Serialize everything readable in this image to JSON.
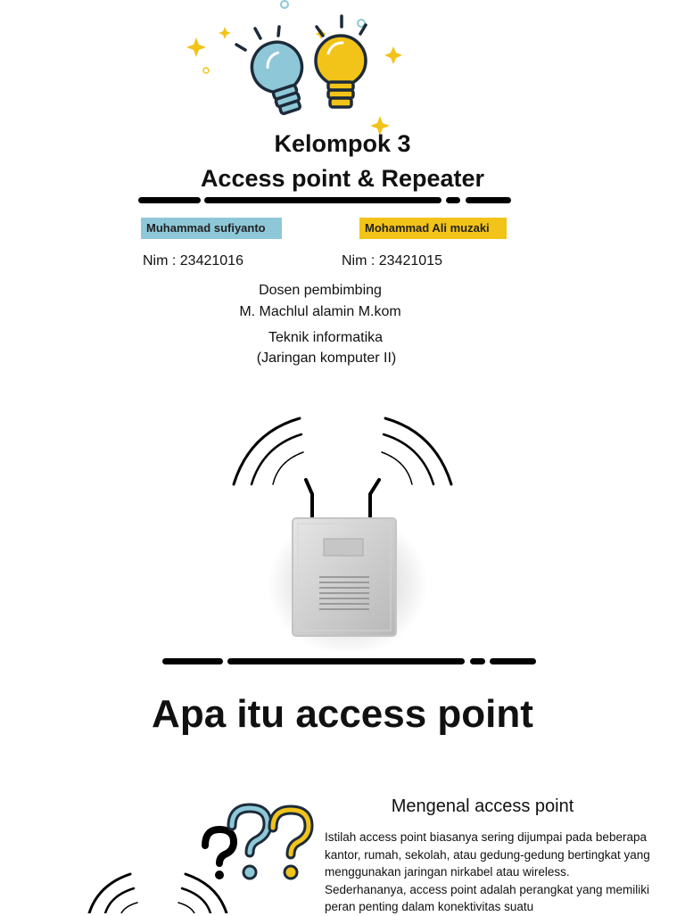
{
  "header": {
    "title": "Kelompok 3",
    "subtitle": "Access point & Repeater"
  },
  "members": [
    {
      "name": "Muhammad sufiyanto",
      "nim": "Nim : 23421016",
      "color": "#8ec8d8"
    },
    {
      "name": "Mohammad Ali muzaki",
      "nim": "Nim : 23421015",
      "color": "#f2c318"
    }
  ],
  "supervisor": {
    "label": "Dosen pembimbing",
    "name": "M. Machlul alamin M.kom"
  },
  "program": {
    "department": "Teknik informatika",
    "course": "(Jaringan komputer II)"
  },
  "section": {
    "heading": "Apa itu access point",
    "subheading": "Mengenal access point",
    "paragraph": "Istilah access point biasanya sering dijumpai pada beberapa kantor, rumah, sekolah, atau gedung-gedung bertingkat yang menggunakan jaringan nirkabel atau wireless. Sederhananya, access point adalah perangkat yang memiliki peran penting dalam konektivitas suatu"
  },
  "icons": {
    "top": "lightbulbs-icon",
    "device": "wireless-access-point-icon",
    "question": "question-marks-icon",
    "signal": "wifi-signal-icon"
  },
  "colors": {
    "blue": "#8ec8d8",
    "yellow": "#f2c318",
    "dark": "#1d2b3a"
  }
}
